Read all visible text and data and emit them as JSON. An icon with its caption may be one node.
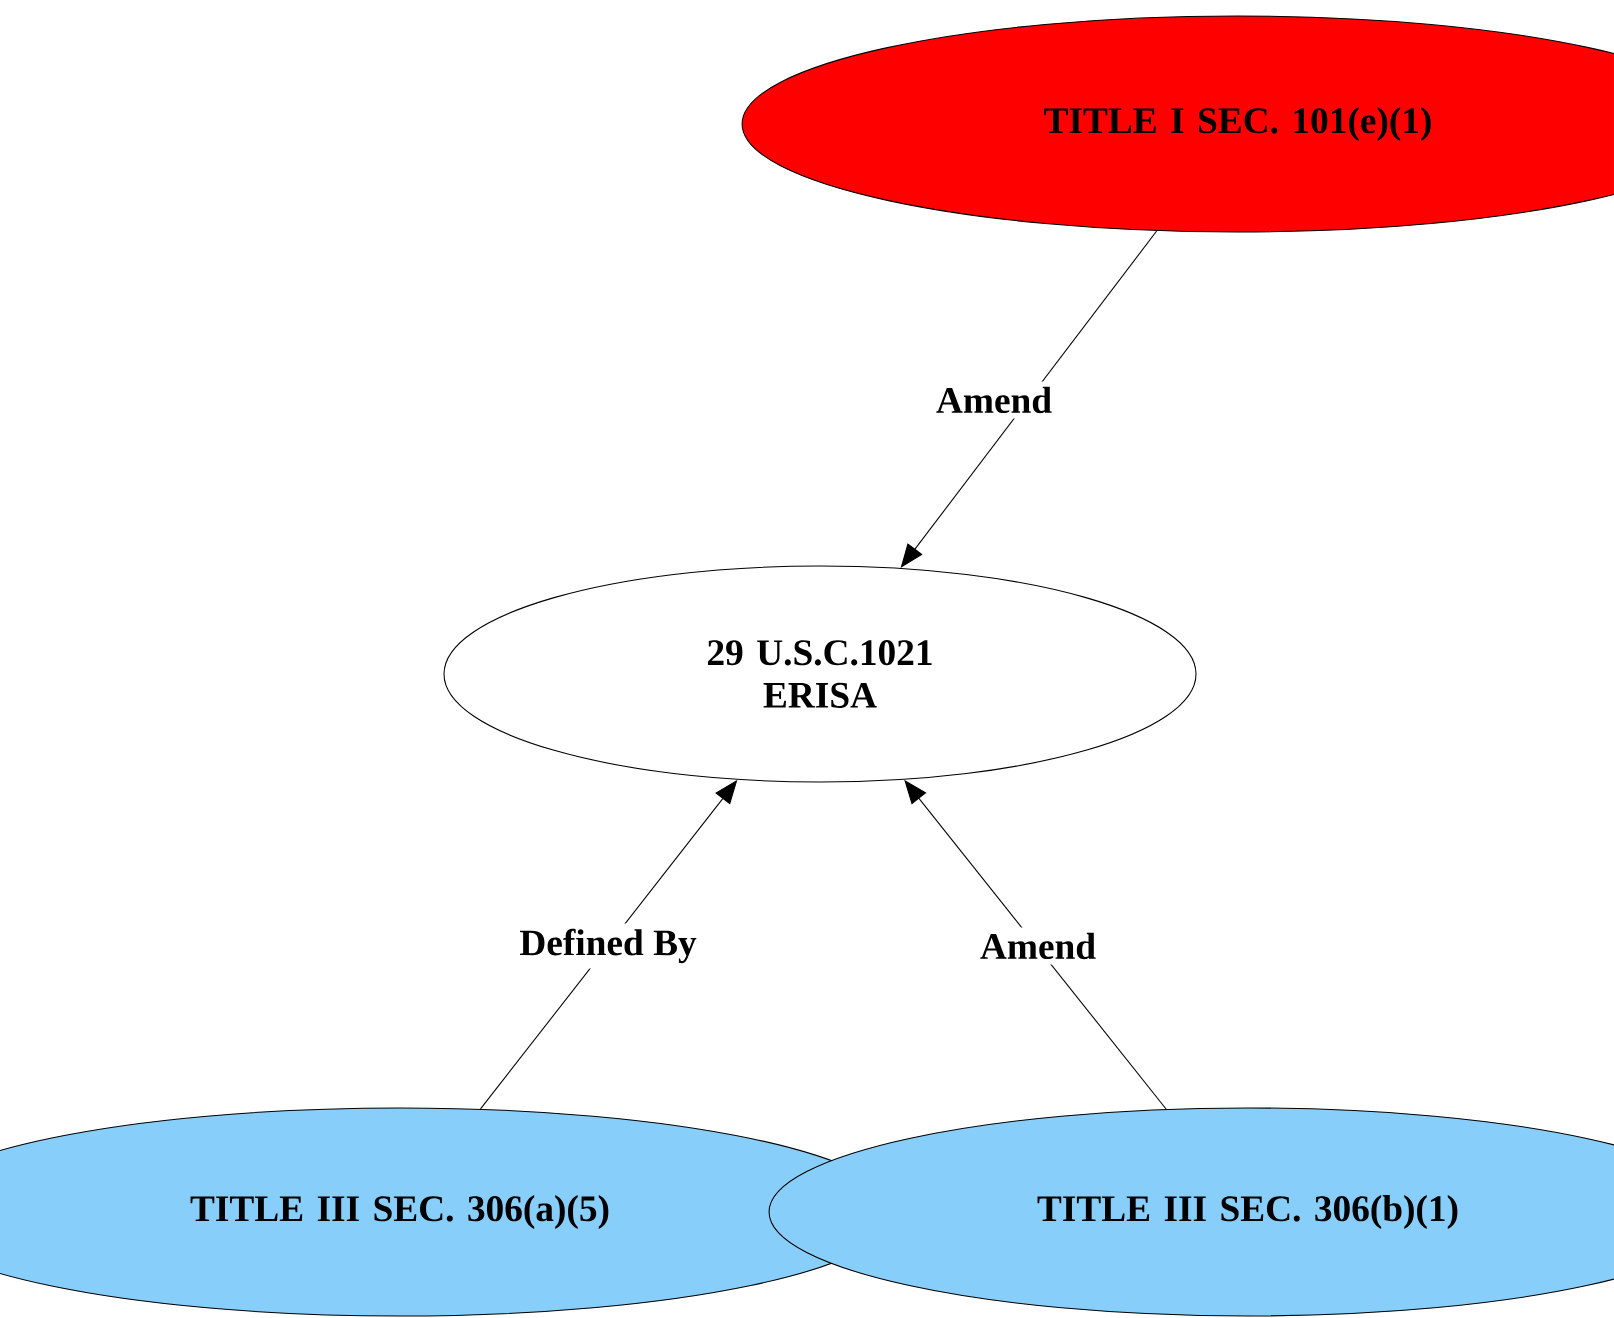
{
  "diagram": {
    "nodes": [
      {
        "text": [
          "TITLE I SEC. 101(e)(1)"
        ]
      },
      {
        "text": [
          "29 U.S.C.1021 ERISA"
        ]
      },
      {
        "text": [
          "TITLE III SEC. 306(a)(5)"
        ]
      },
      {
        "text": [
          "TITLE III SEC. 306(b)(1)"
        ]
      }
    ],
    "edges": [
      {
        "from": 0,
        "to": 1,
        "arrow": "to",
        "label": "Amend"
      },
      {
        "from": 2,
        "to": 1,
        "arrow": "to",
        "label": "Defined By"
      },
      {
        "from": 3,
        "to": 1,
        "arrow": "to",
        "label": "Amend"
      }
    ]
  }
}
